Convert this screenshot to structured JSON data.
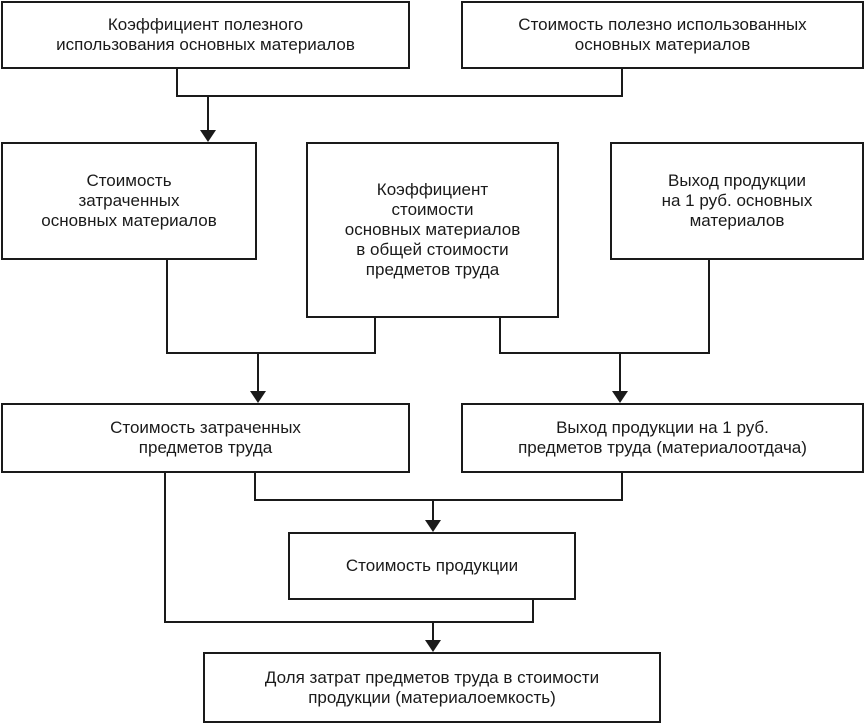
{
  "nodes": {
    "material_utilization_coefficient": "Коэффициент полезного\nиспользования основных материалов",
    "cost_useful_materials": "Стоимость полезно использованных\nосновных материалов",
    "cost_spent_materials": "Стоимость\nзатраченных\nосновных материалов",
    "materials_share_coefficient": "Коэффициент\nстоимости\nосновных материалов\nв общей стоимости\nпредметов труда",
    "output_per_ruble_materials": "Выход продукции\nна 1 руб. основных\nматериалов",
    "cost_spent_objects_of_labor": "Стоимость затраченных\nпредметов труда",
    "output_per_ruble_objects": "Выход продукции на 1 руб.\nпредметов труда (материалоотдача)",
    "product_cost": "Стоимость продукции",
    "material_intensity": "Доля затрат предметов труда в стоимости\nпродукции (материалоемкость)"
  }
}
